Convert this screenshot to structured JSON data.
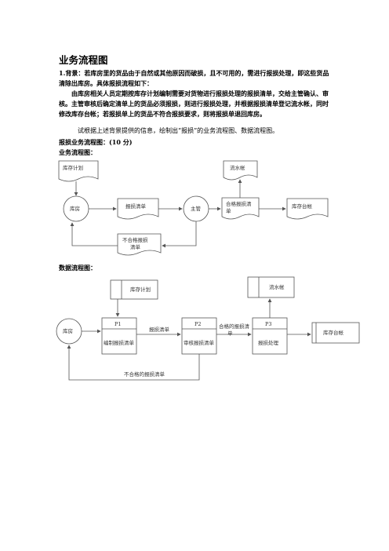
{
  "doc": {
    "title": "业务流程图",
    "para1": "1.背景：若库房里的货品由于自然或其他原因而破损，且不可用的，需进行报损处理，即这些货品清除出库房。具体报损流程如下：",
    "para2": "由库房相关人员定期按库存计划编制需要对货物进行报损处理的报损清单，交给主管确认、审核。主管审核后确定清单上的货品必须报损，则进行报损处理，并根据报损清单登记流水帐，同时修改库存台帐；若报损单上的货品不符合报损要求，则将报损单退回库房。",
    "para3": "试根据上述背景提供的信息，绘制出“报损”的业务流程图、数据流程图。",
    "line1": "报损业务流程图：(10 分)",
    "line2": "业务流程图：",
    "line3": "数据流程图："
  },
  "business_flow": {
    "inventory_plan": "库存计划",
    "warehouse": "库房",
    "loss_list": "报损清单",
    "supervisor": "主管",
    "qualified_list": [
      "合格报损清",
      "单"
    ],
    "ledger": "流水帐",
    "inventory_account": "库存台帐",
    "unqualified_list": [
      "不合格报损",
      "清单"
    ]
  },
  "data_flow": {
    "inventory_plan": "库存计划",
    "ledger": "流水帐",
    "warehouse": "库房",
    "p1_id": "P1",
    "p1_name": "编制报损清单",
    "p2_id": "P2",
    "p2_name": "审核报损清单",
    "p3_id": "P3",
    "p3_name": "报损处理",
    "flow_loss_list": "报损清单",
    "flow_qualified": [
      "合格的报损清",
      "单"
    ],
    "inventory_account": "库存台帐",
    "flow_unqualified": "不合格的报损清单"
  }
}
